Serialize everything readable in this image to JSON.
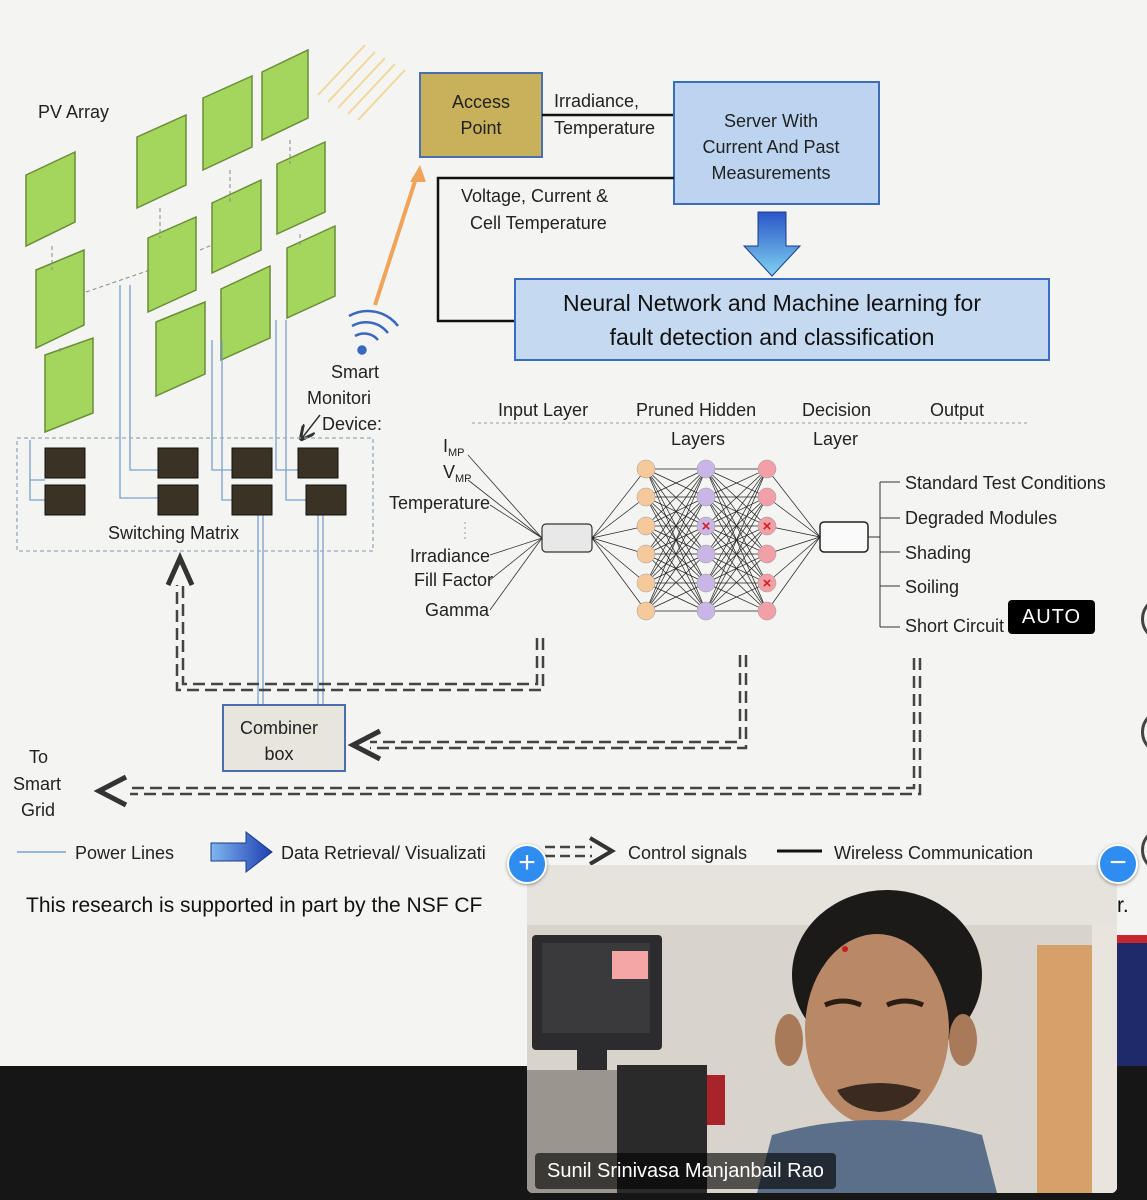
{
  "slide": {
    "pv_array_label": "PV Array",
    "smart_monitoring_label": [
      "Smart",
      "Monitori",
      "Device:"
    ],
    "switching_matrix_label": "Switching Matrix",
    "access_point_label": [
      "Access",
      "Point"
    ],
    "irradiance_temp_label": [
      "Irradiance,",
      "Temperature"
    ],
    "server_label": [
      "Server With",
      "Current And Past",
      "Measurements"
    ],
    "voltage_current_label": [
      "Voltage, Current  &",
      "Cell Temperature"
    ],
    "nn_box_label": [
      "Neural Network and Machine learning for",
      "fault detection and classification"
    ],
    "nn_headers": {
      "input_layer": "Input Layer",
      "pruned_hidden": [
        "Pruned Hidden",
        "Layers"
      ],
      "decision": [
        "Decision",
        "Layer"
      ],
      "output": "Output"
    },
    "inputs": [
      "I",
      "MP",
      "V",
      "MP",
      "Temperature",
      "Irradiance",
      "Fill Factor",
      "Gamma"
    ],
    "outputs": [
      "Standard Test Conditions",
      "Degraded Modules",
      "Shading",
      "Soiling",
      "Short Circuit"
    ],
    "combiner_box_label": [
      "Combiner",
      "box"
    ],
    "to_smart_grid_label": [
      "To",
      "Smart",
      "Grid"
    ],
    "legend": {
      "power_lines": "Power Lines",
      "data_retrieval": "Data Retrieval/ Visualizati",
      "control_signals": "Control signals",
      "wireless": "Wireless Communication"
    },
    "footer_left": "This research is supported in part by the NSF CF",
    "footer_right": "r.",
    "colors": {
      "panel_green": "#a4d65e",
      "access_point_gold": "#c8b15a",
      "server_blue": "#bcd4f0",
      "nn_box_blue": "#c5d9f1",
      "node_orange": "#f6c99a",
      "node_purple": "#c9b6e6",
      "node_pink": "#f2a0a8"
    }
  },
  "overlay": {
    "auto_badge": "AUTO",
    "add_button": "+",
    "remove_button": "−"
  },
  "video": {
    "participant_name": "Sunil Srinivasa Manjanbail Rao"
  }
}
